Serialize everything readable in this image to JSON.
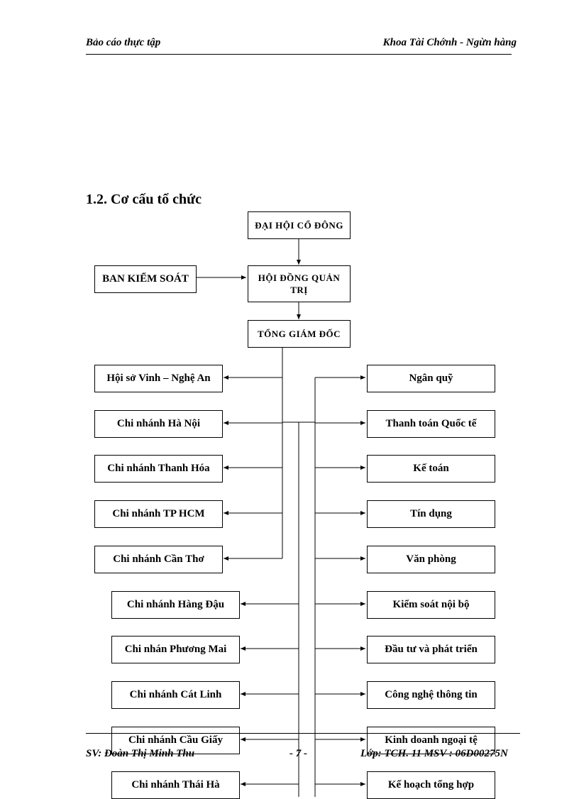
{
  "header": {
    "left": "Bảo cáo thực tập",
    "right": "Khoa Tài Chớnh - Ngừn hàng"
  },
  "section_title": "1.2. Cơ cấu tổ chức",
  "org_chart": {
    "top": "ĐẠI HỘI  CỔ ĐÔNG",
    "board": "HỘI ĐỒNG  QUẢN\nTRỊ",
    "supervisory": "BAN KIỂM SOÁT",
    "ceo": "TỔNG  GIÁM  ĐỐC",
    "left_branches": [
      "Hội sở Vinh – Nghệ An",
      "Chi nhánh  Hà Nội",
      "Chi nhánh  Thanh Hóa",
      "Chi nhánh  TP HCM",
      "Chi nhánh  Cần Thơ",
      "Chi nhánh  Hàng Đậu",
      "Chi nhán  Phương Mai",
      "Chi nhánh  Cát Linh",
      "Chi nhánh  Cầu Giấy",
      "Chi nhánh  Thái Hà"
    ],
    "right_departments": [
      "Ngân quỹ",
      "Thanh toán Quốc tế",
      "Kế toán",
      "Tín dụng",
      "Văn phòng",
      "Kiểm soát nội bộ",
      "Đầu tư  và phát triển",
      "Công nghệ thông tin",
      "Kinh doanh  ngoại tệ",
      "Kế hoạch tổng hợp"
    ]
  },
  "footer": {
    "left": "SV: Đoàn Thị Minh Thu",
    "center": "- 7 -",
    "right": "Lớp: TCH. 11 MSV : 06D00275N"
  }
}
